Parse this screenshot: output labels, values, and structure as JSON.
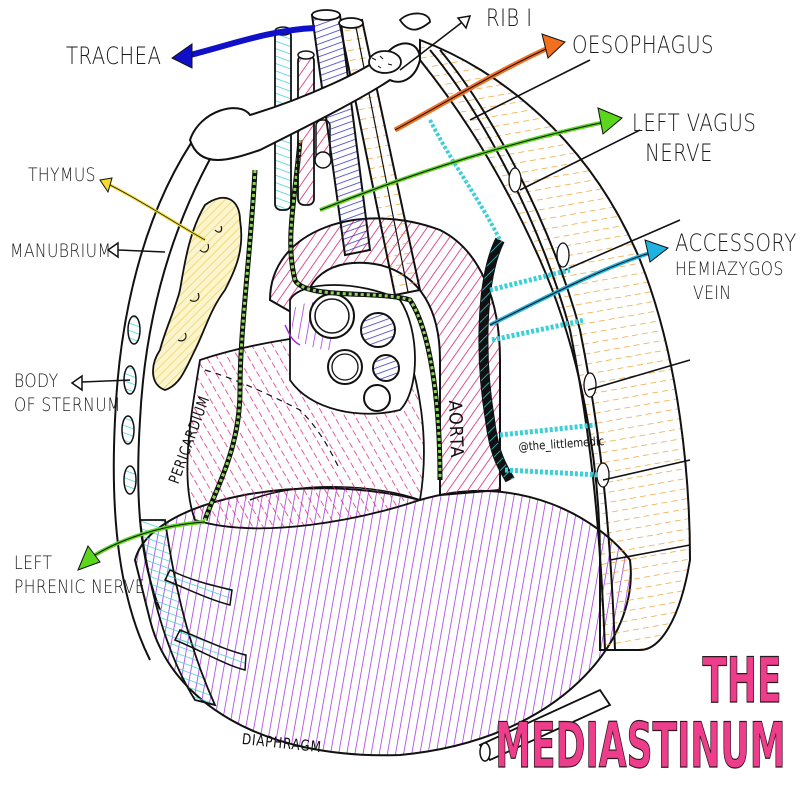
{
  "title": {
    "line1": "THE",
    "line2": "MEDIASTINUM",
    "color": "#ee3d8a"
  },
  "credit": "@the_littlemedic",
  "labels": [
    {
      "id": "trachea",
      "text": "TRACHEA",
      "arrow_color": "#1010c8"
    },
    {
      "id": "rib-i",
      "text": "RIB I",
      "arrow_color": "#ffffff"
    },
    {
      "id": "oesophagus",
      "text": "OESOPHAGUS",
      "arrow_color": "#f07020"
    },
    {
      "id": "left-vagus-nerve",
      "line1": "LEFT VAGUS",
      "line2": "NERVE",
      "arrow_color": "#5cd61c"
    },
    {
      "id": "thymus",
      "text": "THYMUS",
      "arrow_color": "#f3dd2a"
    },
    {
      "id": "manubrium",
      "text": "MANUBRIUM",
      "arrow_color": "#ffffff"
    },
    {
      "id": "accessory-hemiazygos-vein",
      "line1": "ACCESSORY",
      "line2": "HEMIAZYGOS",
      "line3": "VEIN",
      "arrow_color": "#1fb3e0"
    },
    {
      "id": "body-of-sternum",
      "line1": "BODY",
      "line2": "OF STERNUM",
      "arrow_color": "#ffffff"
    },
    {
      "id": "left-phrenic-nerve",
      "line1": "LEFT",
      "line2": "PHRENIC NERVE",
      "arrow_color": "#5cd61c"
    }
  ],
  "structure_labels": {
    "pericardium": "PERICARDIUM",
    "aorta": "AORTA",
    "diaphragm": "DIAPHRAGM"
  },
  "colors": {
    "aorta": "#d6266e",
    "pericardium_heart": "#e0287e",
    "diaphragm": "#a030d8",
    "veins": "#3ccfd8",
    "thymus": "#f0e27a",
    "nerves": "#8ed858",
    "ribs_muscle": "#e8a030",
    "oesophagus_trachea": "#3030c0"
  }
}
